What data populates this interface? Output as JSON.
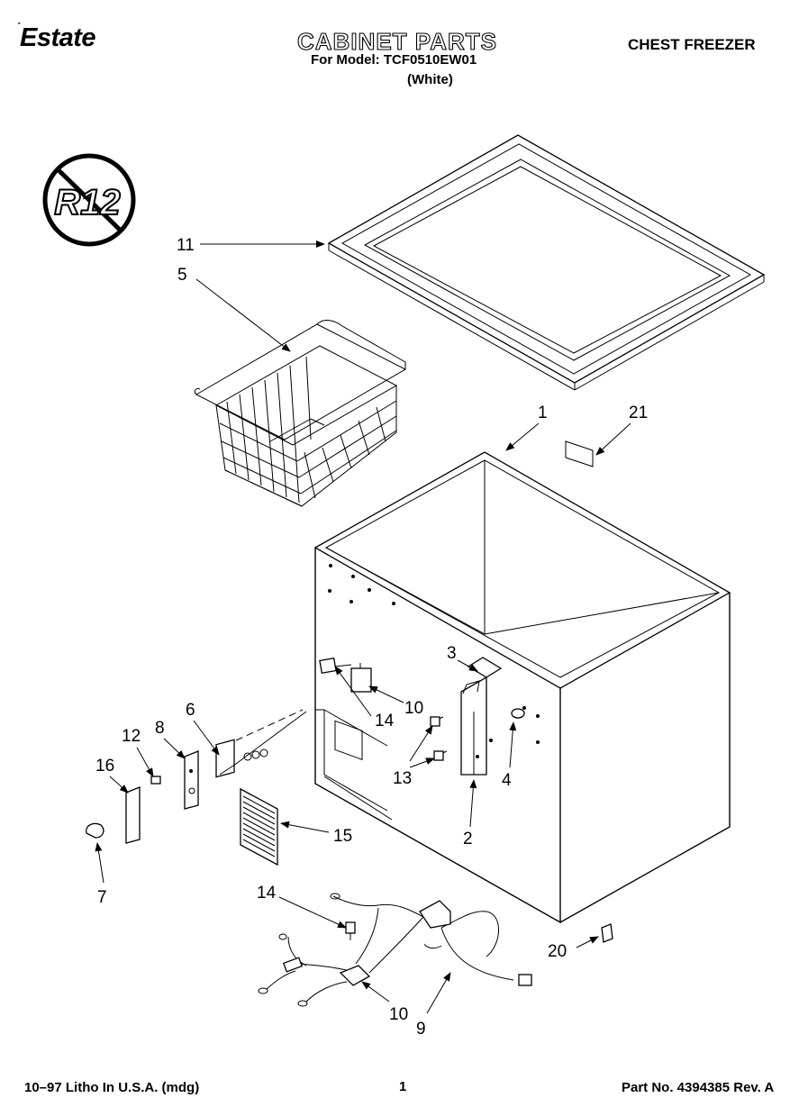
{
  "header": {
    "brand": "Estate",
    "brand_mark": "®",
    "title": "CABINET PARTS",
    "model_line": "For Model: TCF0510EW01",
    "color_line": "(White)",
    "product": "CHEST FREEZER"
  },
  "badge": {
    "text": "R12",
    "icon": "no-r12-prohibition-icon"
  },
  "callouts": {
    "c1": "1",
    "c2": "2",
    "c3": "3",
    "c4": "4",
    "c5": "5",
    "c6": "6",
    "c7": "7",
    "c8": "8",
    "c9": "9",
    "c10a": "10",
    "c10b": "10",
    "c11": "11",
    "c12": "12",
    "c13": "13",
    "c14a": "14",
    "c14b": "14",
    "c15": "15",
    "c16": "16",
    "c20": "20",
    "c21": "21"
  },
  "footer": {
    "left": "10–97 Litho In U.S.A. (mdg)",
    "page": "1",
    "right": "Part No. 4394385 Rev. A"
  }
}
